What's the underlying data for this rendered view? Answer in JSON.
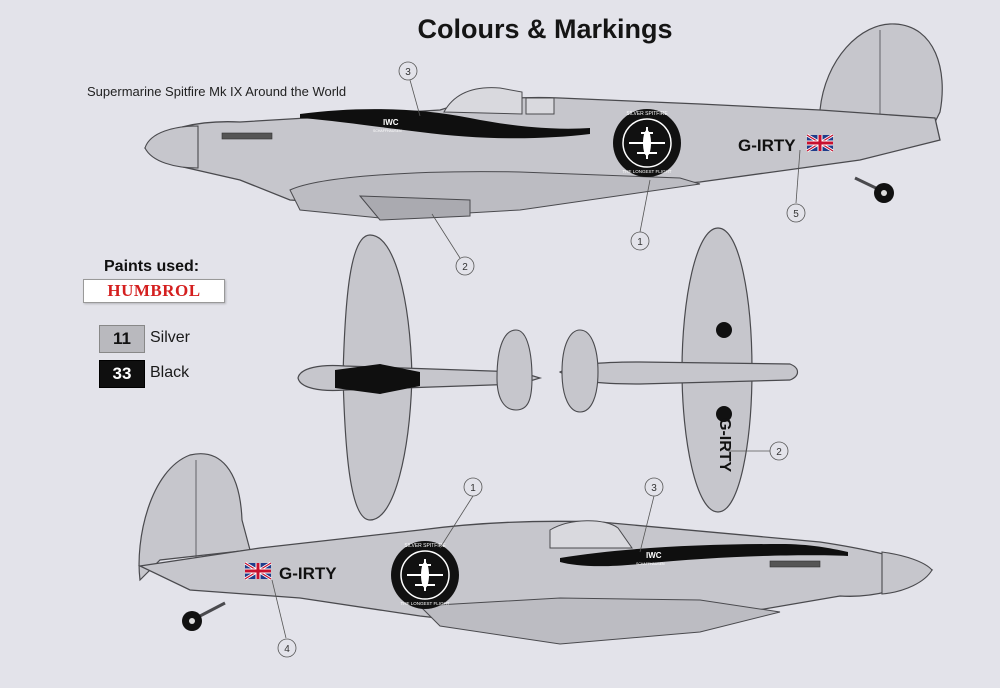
{
  "sheet": {
    "title": "Colours & Markings",
    "subtitle": "Supermarine Spitfire Mk IX  Around the World"
  },
  "paints": {
    "heading": "Paints used:",
    "brand_logo_text": "HUMBROL",
    "items": [
      {
        "code": "11",
        "name": "Silver",
        "color": "#b9b9be"
      },
      {
        "code": "33",
        "name": "Black",
        "color": "#0f0f0f"
      }
    ]
  },
  "markings": {
    "registration": "G-IRTY",
    "sponsor_logo": "IWC",
    "sponsor_sub": "SCHAFFHAUSEN",
    "roundel_top_text": "SILVER SPITFIRE",
    "roundel_bottom_text": "THE LONGEST FLIGHT",
    "flag": "union-jack"
  },
  "callouts": {
    "top_view": [
      "3",
      "1",
      "2",
      "5"
    ],
    "plan_view": [
      "2"
    ],
    "bottom_view": [
      "1",
      "3",
      "4"
    ]
  },
  "colors": {
    "background": "#e3e3ea",
    "aircraft_silver": "#c6c6cc",
    "aircraft_outline": "#4a4a4e",
    "black": "#0f0f0f",
    "brand_red": "#d41f1f"
  }
}
